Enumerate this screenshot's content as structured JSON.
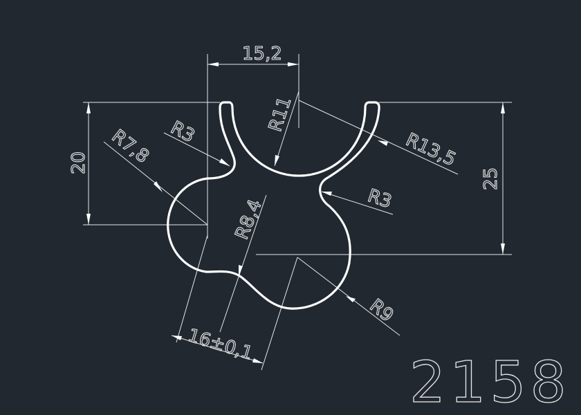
{
  "drawing": {
    "part_number": "2158",
    "colors": {
      "background": "#212830",
      "lines": "#ffffff"
    },
    "dimensions": {
      "width_top": "15,2",
      "height_left": "20",
      "height_right": "25",
      "radius_left_lobe": "R7,8",
      "radius_left_neck": "R3",
      "radius_inner_arc": "R11",
      "radius_outer_arc": "R13,5",
      "radius_right_neck": "R3",
      "radius_center": "R8,4",
      "radius_bottom_lobe": "R9",
      "lobe_distance": "16±0,1"
    }
  }
}
